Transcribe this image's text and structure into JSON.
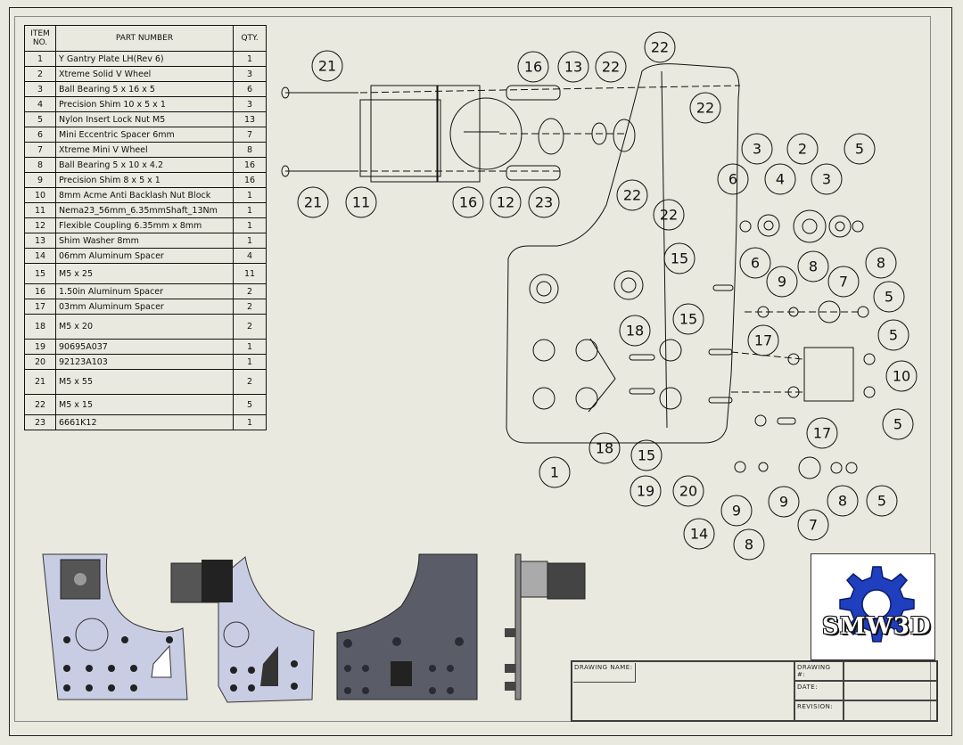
{
  "bom": {
    "headers": {
      "item": "ITEM NO.",
      "part": "PART NUMBER",
      "qty": "QTY."
    },
    "rows": [
      {
        "no": "1",
        "part": "Y Gantry Plate LH(Rev 6)",
        "qty": "1"
      },
      {
        "no": "2",
        "part": "Xtreme Solid V Wheel",
        "qty": "3"
      },
      {
        "no": "3",
        "part": "Ball Bearing 5 x 16 x 5",
        "qty": "6"
      },
      {
        "no": "4",
        "part": "Precision Shim 10 x 5 x 1",
        "qty": "3"
      },
      {
        "no": "5",
        "part": "Nylon Insert Lock Nut M5",
        "qty": "13"
      },
      {
        "no": "6",
        "part": "Mini Eccentric Spacer 6mm",
        "qty": "7"
      },
      {
        "no": "7",
        "part": "Xtreme Mini V Wheel",
        "qty": "8"
      },
      {
        "no": "8",
        "part": "Ball Bearing 5 x 10 x 4.2",
        "qty": "16"
      },
      {
        "no": "9",
        "part": "Precision Shim 8 x 5 x 1",
        "qty": "16"
      },
      {
        "no": "10",
        "part": "8mm Acme Anti Backlash Nut Block",
        "qty": "1"
      },
      {
        "no": "11",
        "part": "Nema23_56mm_6.35mmShaft_13Nm",
        "qty": "1"
      },
      {
        "no": "12",
        "part": "Flexible Coupling 6.35mm x 8mm",
        "qty": "1"
      },
      {
        "no": "13",
        "part": "Shim Washer 8mm",
        "qty": "1"
      },
      {
        "no": "14",
        "part": "06mm Aluminum Spacer",
        "qty": "4"
      },
      {
        "no": "15",
        "part": "M5 x 25",
        "qty": "11"
      },
      {
        "no": "16",
        "part": "1.50in Aluminum Spacer",
        "qty": "2"
      },
      {
        "no": "17",
        "part": "03mm Aluminum Spacer",
        "qty": "2"
      },
      {
        "no": "18",
        "part": "M5 x 20",
        "qty": "2"
      },
      {
        "no": "19",
        "part": "90695A037",
        "qty": "1"
      },
      {
        "no": "20",
        "part": "92123A103",
        "qty": "1"
      },
      {
        "no": "21",
        "part": "M5 x 55",
        "qty": "2"
      },
      {
        "no": "22",
        "part": "M5 x 15",
        "qty": "5"
      },
      {
        "no": "23",
        "part": "6661K12",
        "qty": "1"
      }
    ]
  },
  "balloons": [
    "21",
    "16",
    "13",
    "22",
    "22",
    "22",
    "11",
    "21",
    "12",
    "16",
    "23",
    "22",
    "22",
    "3",
    "2",
    "3",
    "5",
    "6",
    "4",
    "15",
    "6",
    "9",
    "8",
    "8",
    "7",
    "5",
    "5",
    "15",
    "18",
    "17",
    "10",
    "5",
    "17",
    "18",
    "15",
    "1",
    "19",
    "20",
    "14",
    "9",
    "9",
    "8",
    "7",
    "8",
    "5"
  ],
  "title_block": {
    "drawing_name_label": "DRAWING NAME:",
    "drawing_no_label": "DRAWING #:",
    "date_label": "DATE:",
    "revision_label": "REVISION:"
  },
  "logo": {
    "text": "SMW3D"
  },
  "colors": {
    "paper": "#e9e9df",
    "plate_light": "#c9cde4",
    "plate_dark": "#5a5d68",
    "logo_blue": "#1f3fbf"
  }
}
